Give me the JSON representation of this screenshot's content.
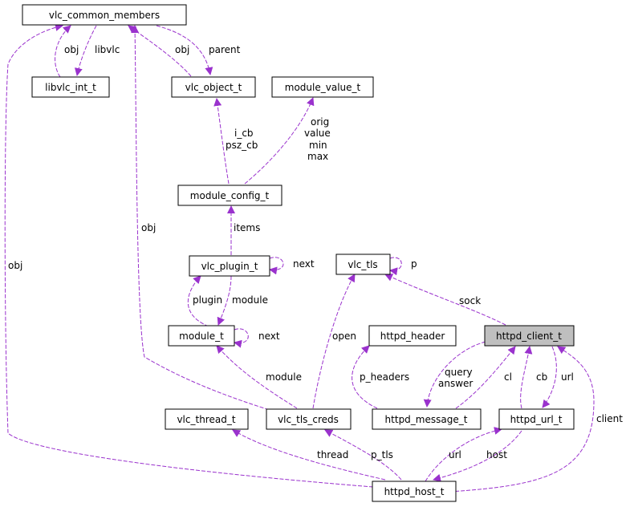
{
  "diagram": {
    "edge_color": "#9a32cd",
    "highlight_fill": "#bfbfbf",
    "nodes": {
      "vlc_common_members": "vlc_common_members",
      "libvlc_int_t": "libvlc_int_t",
      "vlc_object_t": "vlc_object_t",
      "module_value_t": "module_value_t",
      "module_config_t": "module_config_t",
      "vlc_plugin_t": "vlc_plugin_t",
      "vlc_tls": "vlc_tls",
      "module_t": "module_t",
      "httpd_header": "httpd_header",
      "httpd_client_t": "httpd_client_t",
      "vlc_thread_t": "vlc_thread_t",
      "vlc_tls_creds": "vlc_tls_creds",
      "httpd_message_t": "httpd_message_t",
      "httpd_url_t": "httpd_url_t",
      "httpd_host_t": "httpd_host_t"
    },
    "edge_labels": {
      "obj_libvlc": "obj",
      "libvlc": "libvlc",
      "obj_object": "obj",
      "parent": "parent",
      "obj_left": "obj",
      "obj_creds": "obj",
      "i_cb": "i_cb",
      "psz_cb": "psz_cb",
      "orig": "orig",
      "value": "value",
      "min": "min",
      "max": "max",
      "items": "items",
      "next_plugin": "next",
      "plugin": "plugin",
      "module": "module",
      "next_module": "next",
      "p": "p",
      "sock": "sock",
      "open": "open",
      "module_creds": "module",
      "p_headers": "p_headers",
      "query": "query",
      "answer": "answer",
      "cl": "cl",
      "cb": "cb",
      "url_client": "url",
      "client": "client",
      "thread": "thread",
      "p_tls": "p_tls",
      "url_host": "url",
      "host": "host"
    }
  }
}
